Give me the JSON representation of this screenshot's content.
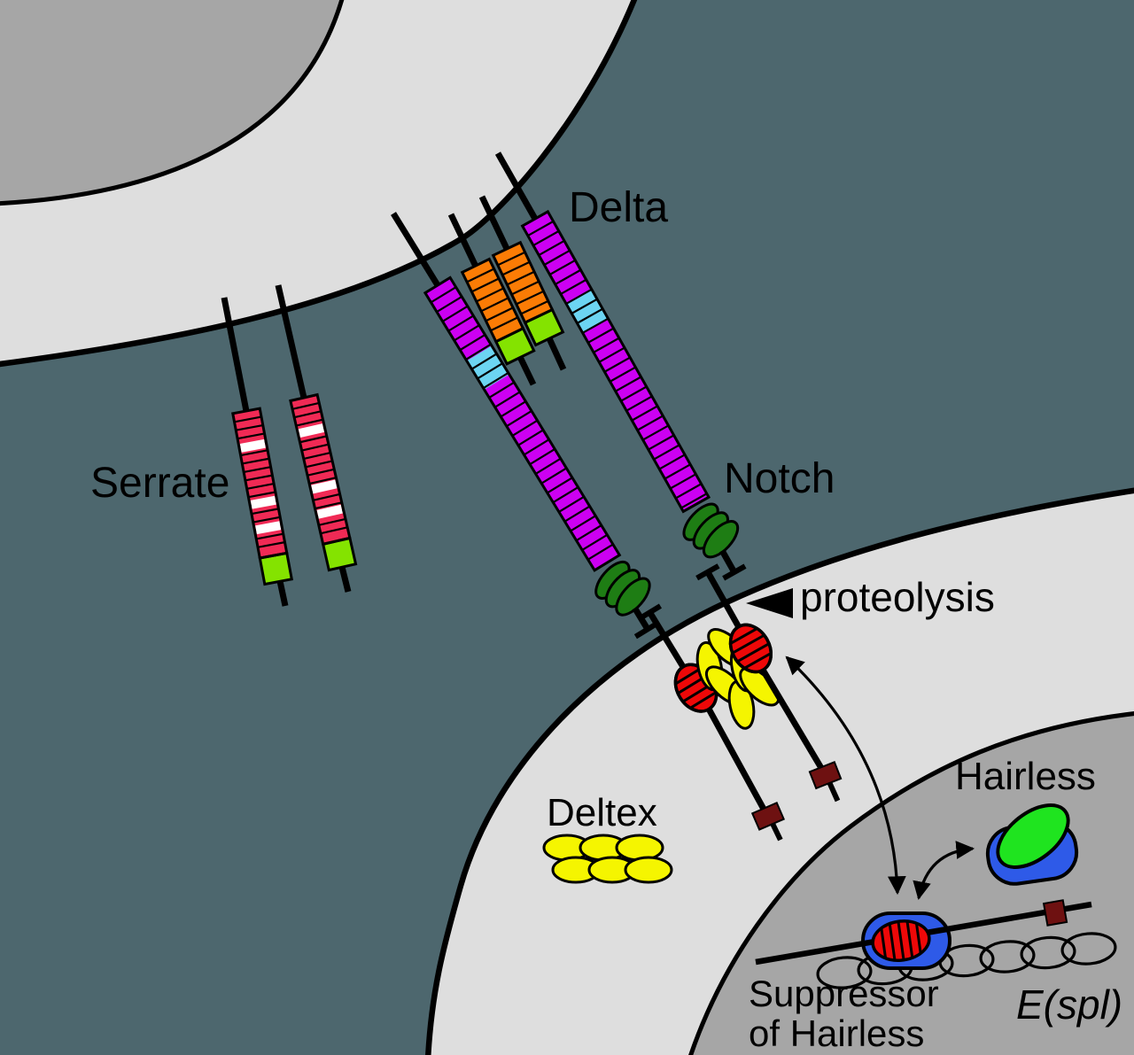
{
  "title": "Notch signalling pathway diagram",
  "labels": {
    "delta": "Delta",
    "serrate": "Serrate",
    "notch": "Notch",
    "proteolysis": "proteolysis",
    "deltex": "Deltex",
    "hairless": "Hairless",
    "suppressor_line1": "Suppressor",
    "suppressor_line2": "of Hairless",
    "espl": "E(spl)"
  },
  "colors": {
    "background": "#4d676e",
    "cell_fill": "#dedede",
    "nucleus_fill": "#a6a6a6",
    "outline": "#000000",
    "notch_magenta": "#cc00f2",
    "delta_orange": "#fb7c05",
    "serrate_pink": "#f02a55",
    "tip_green": "#84e300",
    "band_lightblue": "#6cd5f2",
    "oval_darkgreen": "#1e7d14",
    "ram_red": "#ee0808",
    "maroon": "#6e1111",
    "deltex_yellow": "#f5f500",
    "protein_blue": "#2e5ae8",
    "hairless_green": "#1fe41f",
    "white": "#ffffff"
  }
}
